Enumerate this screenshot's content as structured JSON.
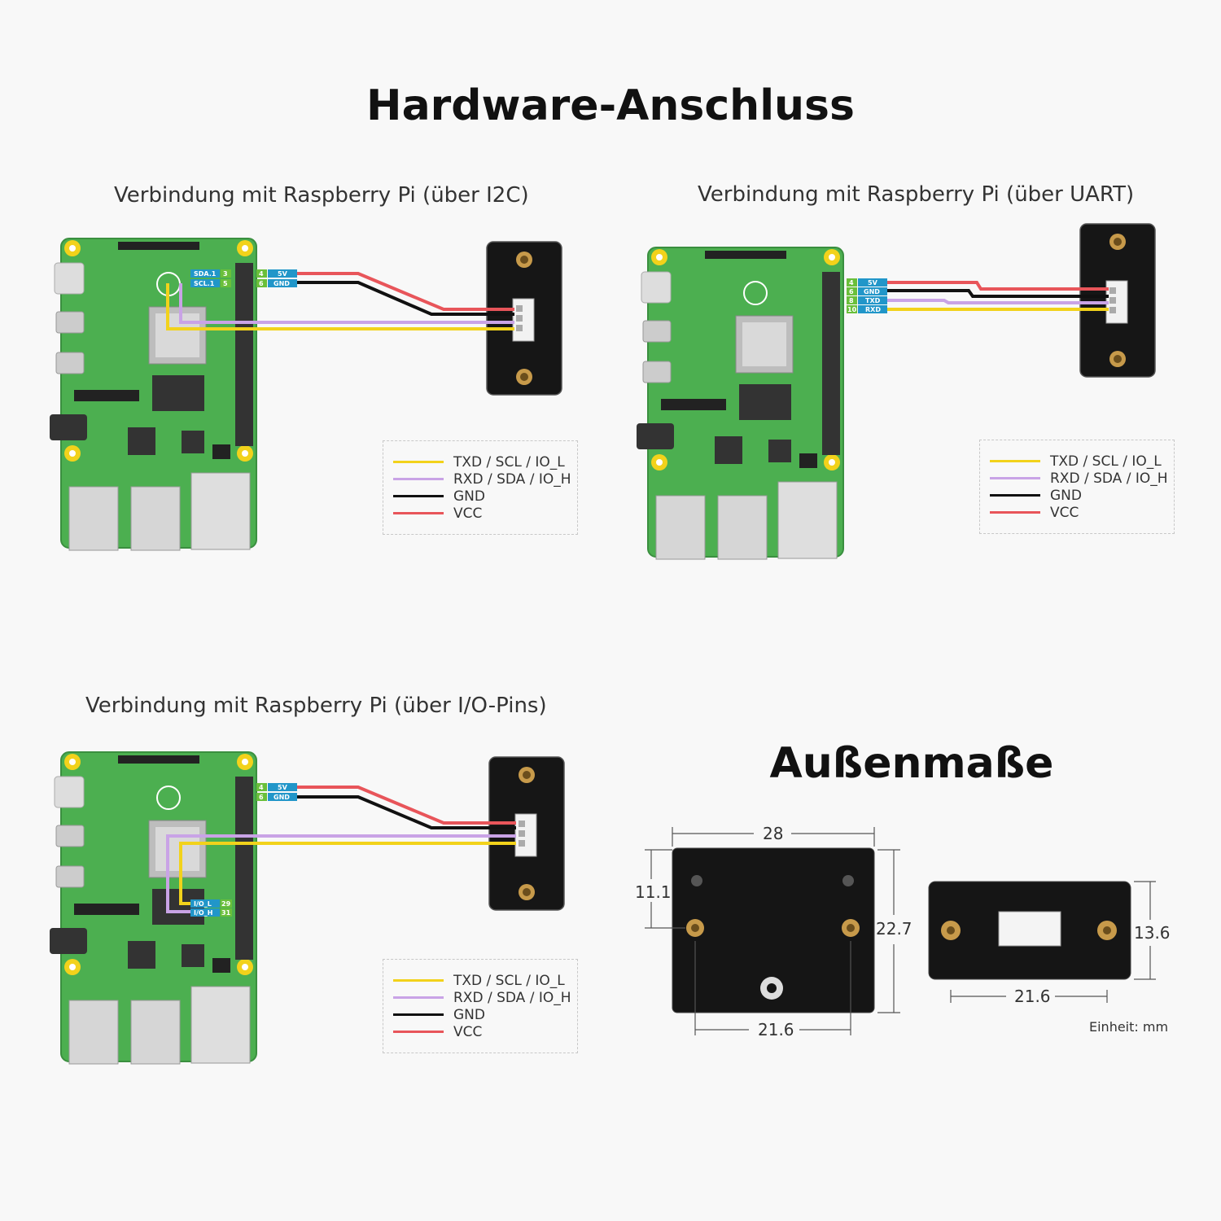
{
  "title": "Hardware-Anschluss",
  "panels": [
    {
      "subtitle": "Verbindung mit Raspberry Pi (über I2C)",
      "pins": [
        {
          "label": "SDA.1",
          "num": "3"
        },
        {
          "label": "SCL.1",
          "num": "5"
        },
        {
          "num": "4",
          "label": "5V"
        },
        {
          "num": "6",
          "label": "GND"
        }
      ]
    },
    {
      "subtitle": "Verbindung mit Raspberry Pi (über UART)",
      "pins": [
        {
          "num": "4",
          "label": "5V"
        },
        {
          "num": "6",
          "label": "GND"
        },
        {
          "num": "8",
          "label": "TXD"
        },
        {
          "num": "10",
          "label": "RXD"
        }
      ]
    },
    {
      "subtitle": "Verbindung mit Raspberry Pi (über I/O-Pins)",
      "pins": [
        {
          "num": "4",
          "label": "5V"
        },
        {
          "num": "6",
          "label": "GND"
        },
        {
          "label": "I/O_L",
          "num": "29"
        },
        {
          "label": "I/O_H",
          "num": "31"
        }
      ]
    }
  ],
  "legend": [
    {
      "label": "TXD / SCL / IO_L",
      "color": "#f2d21b"
    },
    {
      "label": "RXD / SDA / IO_H",
      "color": "#c9a3e6"
    },
    {
      "label": "GND",
      "color": "#111111"
    },
    {
      "label": "VCC",
      "color": "#e8555a"
    }
  ],
  "dimensions": {
    "title": "Außenmaße",
    "front_width": "28",
    "side_height_left": "11.1",
    "side_height_right": "22.7",
    "front_hole_span": "21.6",
    "top_height": "13.6",
    "top_hole_span": "21.6",
    "unit": "Einheit: mm"
  },
  "colors": {
    "board": "#4caf50",
    "board_dark": "#3f9a45",
    "module": "#161616",
    "pin_blue": "#2196c9",
    "pin_green": "#6abf3a",
    "brass": "#c79a4a"
  }
}
